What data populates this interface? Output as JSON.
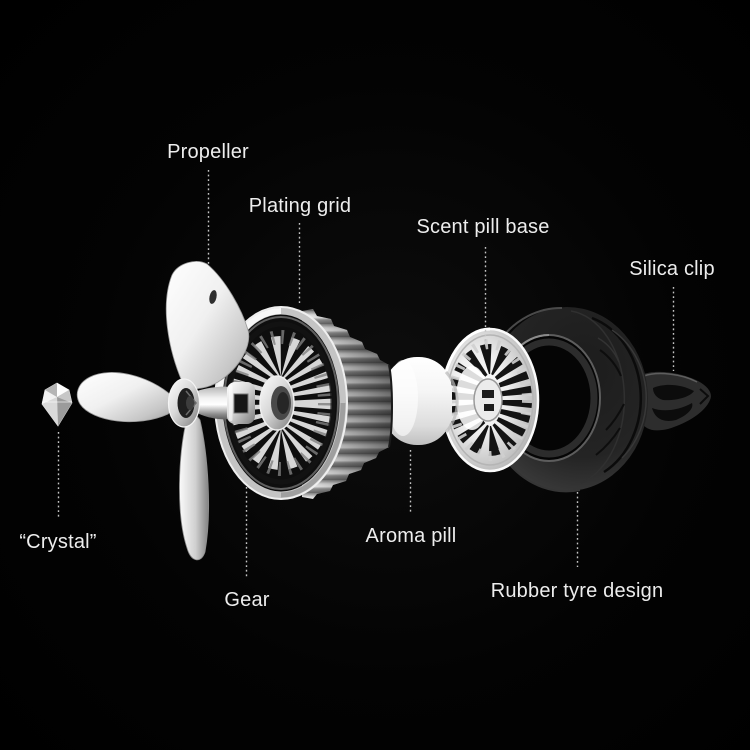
{
  "diagram": {
    "labels": {
      "propeller": "Propeller",
      "plating_grid": "Plating grid",
      "scent_pill_base": "Scent pill base",
      "silica_clip": "Silica clip",
      "crystal": "“Crystal”",
      "gear": "Gear",
      "aroma_pill": "Aroma pill",
      "rubber_tyre_design": "Rubber tyre design"
    },
    "parts": [
      "crystal",
      "propeller",
      "gear",
      "plating-grid-wheel",
      "aroma-pill",
      "scent-pill-base",
      "rubber-tyre",
      "silica-clip"
    ],
    "colors": {
      "background": "#000000",
      "label_text": "#ededed",
      "leader_line": "#c4c4c4",
      "chrome_light": "#f7f7f7",
      "chrome_mid": "#bdbdbd",
      "chrome_dark": "#6e6e6e",
      "tyre_body": "#222222",
      "aroma_pill": "#f2f2f2"
    }
  }
}
